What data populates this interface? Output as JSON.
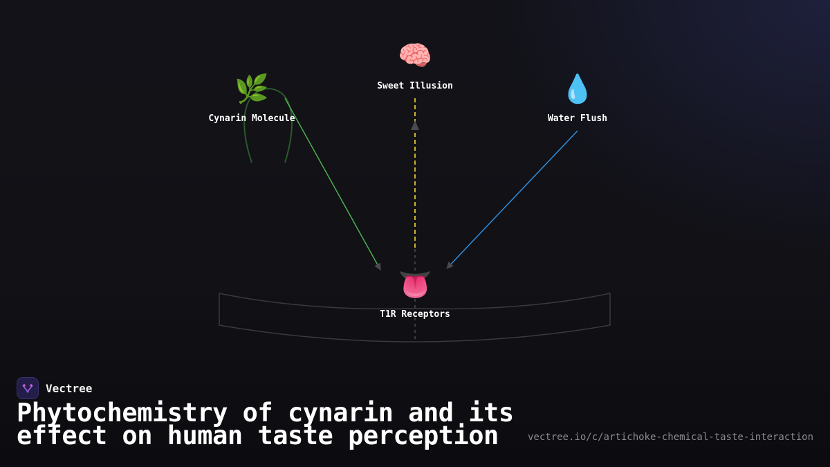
{
  "diagram": {
    "nodes": {
      "cynarin": {
        "label": "Cynarin Molecule",
        "icon": "🌿",
        "icon_name": "herb-icon"
      },
      "sweet": {
        "label": "Sweet Illusion",
        "icon": "🧠",
        "icon_name": "brain-icon"
      },
      "water": {
        "label": "Water Flush",
        "icon": "💧",
        "icon_name": "droplet-icon"
      },
      "receptors": {
        "label": "T1R Receptors",
        "icon": "👅",
        "icon_name": "tongue-icon"
      }
    },
    "edges": [
      {
        "from": "cynarin",
        "to": "receptors",
        "color": "#4caf50",
        "style": "solid"
      },
      {
        "from": "water",
        "to": "receptors",
        "color": "#2f8fe0",
        "style": "solid"
      },
      {
        "from": "receptors",
        "to": "sweet",
        "color": "#c9b22e",
        "style": "dashed"
      }
    ]
  },
  "brand": {
    "name": "Vectree",
    "logo_color": "#231d4a"
  },
  "title": "Phytochemistry of cynarin and its effect on human taste perception",
  "url": "vectree.io/c/artichoke-chemical-taste-interaction"
}
